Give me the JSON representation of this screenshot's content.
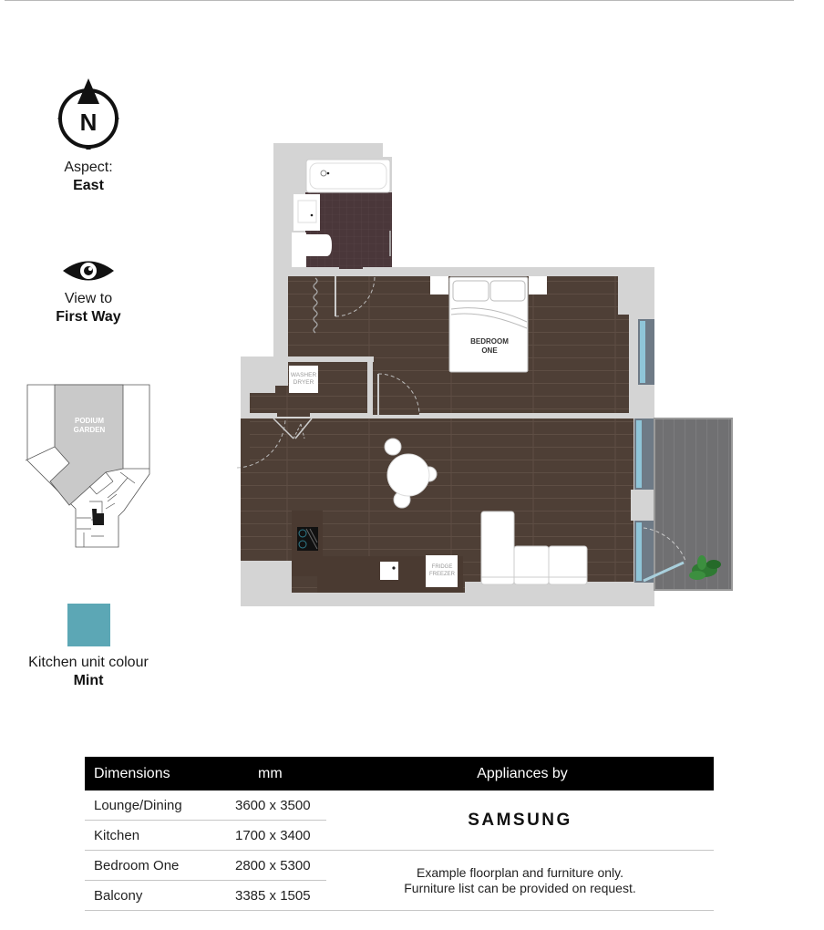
{
  "aspect": {
    "icon": "compass-north-icon",
    "compass_letter": "N",
    "label": "Aspect:",
    "value": "East"
  },
  "view": {
    "icon": "eye-icon",
    "label": "View to",
    "value": "First Way"
  },
  "keyplan": {
    "label_line1": "PODIUM",
    "label_line2": "GARDEN",
    "highlight_color": "#1a1a1a",
    "garden_color": "#c9c9c9"
  },
  "kitchen_colour": {
    "swatch_color": "#5ca7b5",
    "label": "Kitchen unit colour",
    "value": "Mint"
  },
  "floorplan": {
    "colors": {
      "wall": "#d4d4d4",
      "floor": "#4e3f36",
      "floor_line": "#5d4d43",
      "bath_tile": "#4a373a",
      "balcony": "#6f6f71",
      "glazing": "#8fc5d8",
      "furniture": "#ffffff"
    },
    "rooms": {
      "bedroom_line1": "BEDROOM",
      "bedroom_line2": "ONE",
      "washer_line1": "WASHER",
      "washer_line2": "DRYER",
      "fridge_line1": "FRIDGE",
      "fridge_line2": "FREEZER"
    }
  },
  "table": {
    "headers": {
      "room": "Dimensions",
      "mm": "mm",
      "appliances": "Appliances by"
    },
    "rows": [
      {
        "room": "Lounge/Dining",
        "mm": "3600 x 3500"
      },
      {
        "room": "Kitchen",
        "mm": "1700 x 3400"
      },
      {
        "room": "Bedroom One",
        "mm": "2800 x 5300"
      },
      {
        "room": "Balcony",
        "mm": "3385 x 1505"
      }
    ],
    "brand": "SAMSUNG",
    "note_line1": "Example floorplan and furniture only.",
    "note_line2": "Furniture list can be provided on request."
  }
}
